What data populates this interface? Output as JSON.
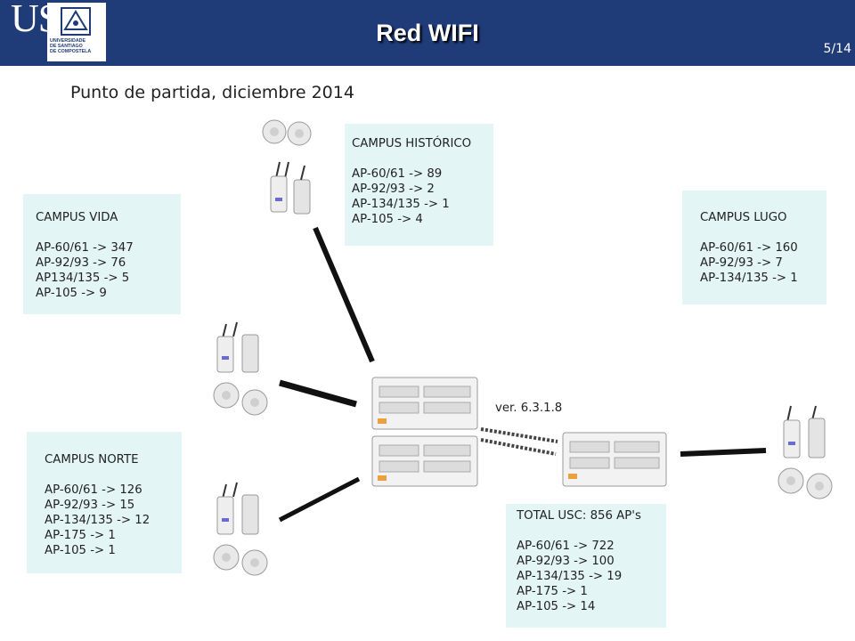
{
  "header": {
    "logo_text": "USC",
    "logo_subtext": [
      "UNIVERSIDADE",
      "DE SANTIAGO",
      "DE COMPOSTELA"
    ],
    "title": "Red WIFI",
    "page_number": "5/14"
  },
  "subtitle": "Punto de partida, diciembre 2014",
  "campuses": {
    "historico": {
      "name": "CAMPUS HISTÓRICO",
      "lines": [
        "AP-60/61 -> 89",
        "AP-92/93 -> 2",
        "AP-134/135 -> 1",
        "AP-105 -> 4"
      ]
    },
    "vida": {
      "name": "CAMPUS VIDA",
      "lines": [
        "AP-60/61 -> 347",
        "AP-92/93 -> 76",
        "AP134/135 -> 5",
        "AP-105 -> 9"
      ]
    },
    "lugo": {
      "name": "CAMPUS LUGO",
      "lines": [
        "AP-60/61 -> 160",
        "AP-92/93 -> 7",
        "AP-134/135 -> 1"
      ]
    },
    "norte": {
      "name": "CAMPUS NORTE",
      "lines": [
        "AP-60/61 -> 126",
        "AP-92/93 -> 15",
        "AP-134/135 -> 12",
        "AP-175 -> 1",
        "AP-105 -> 1"
      ]
    },
    "total": {
      "name": "TOTAL USC: 856 AP's",
      "lines": [
        "AP-60/61 -> 722",
        "AP-92/93 -> 100",
        "AP-134/135 -> 19",
        "AP-175 -> 1",
        "AP-105 -> 14"
      ]
    }
  },
  "controller_version": "ver. 6.3.1.8",
  "colors": {
    "header_bg": "#1f3b78",
    "box_bg": "#e4f5f6",
    "link": "#111111"
  }
}
